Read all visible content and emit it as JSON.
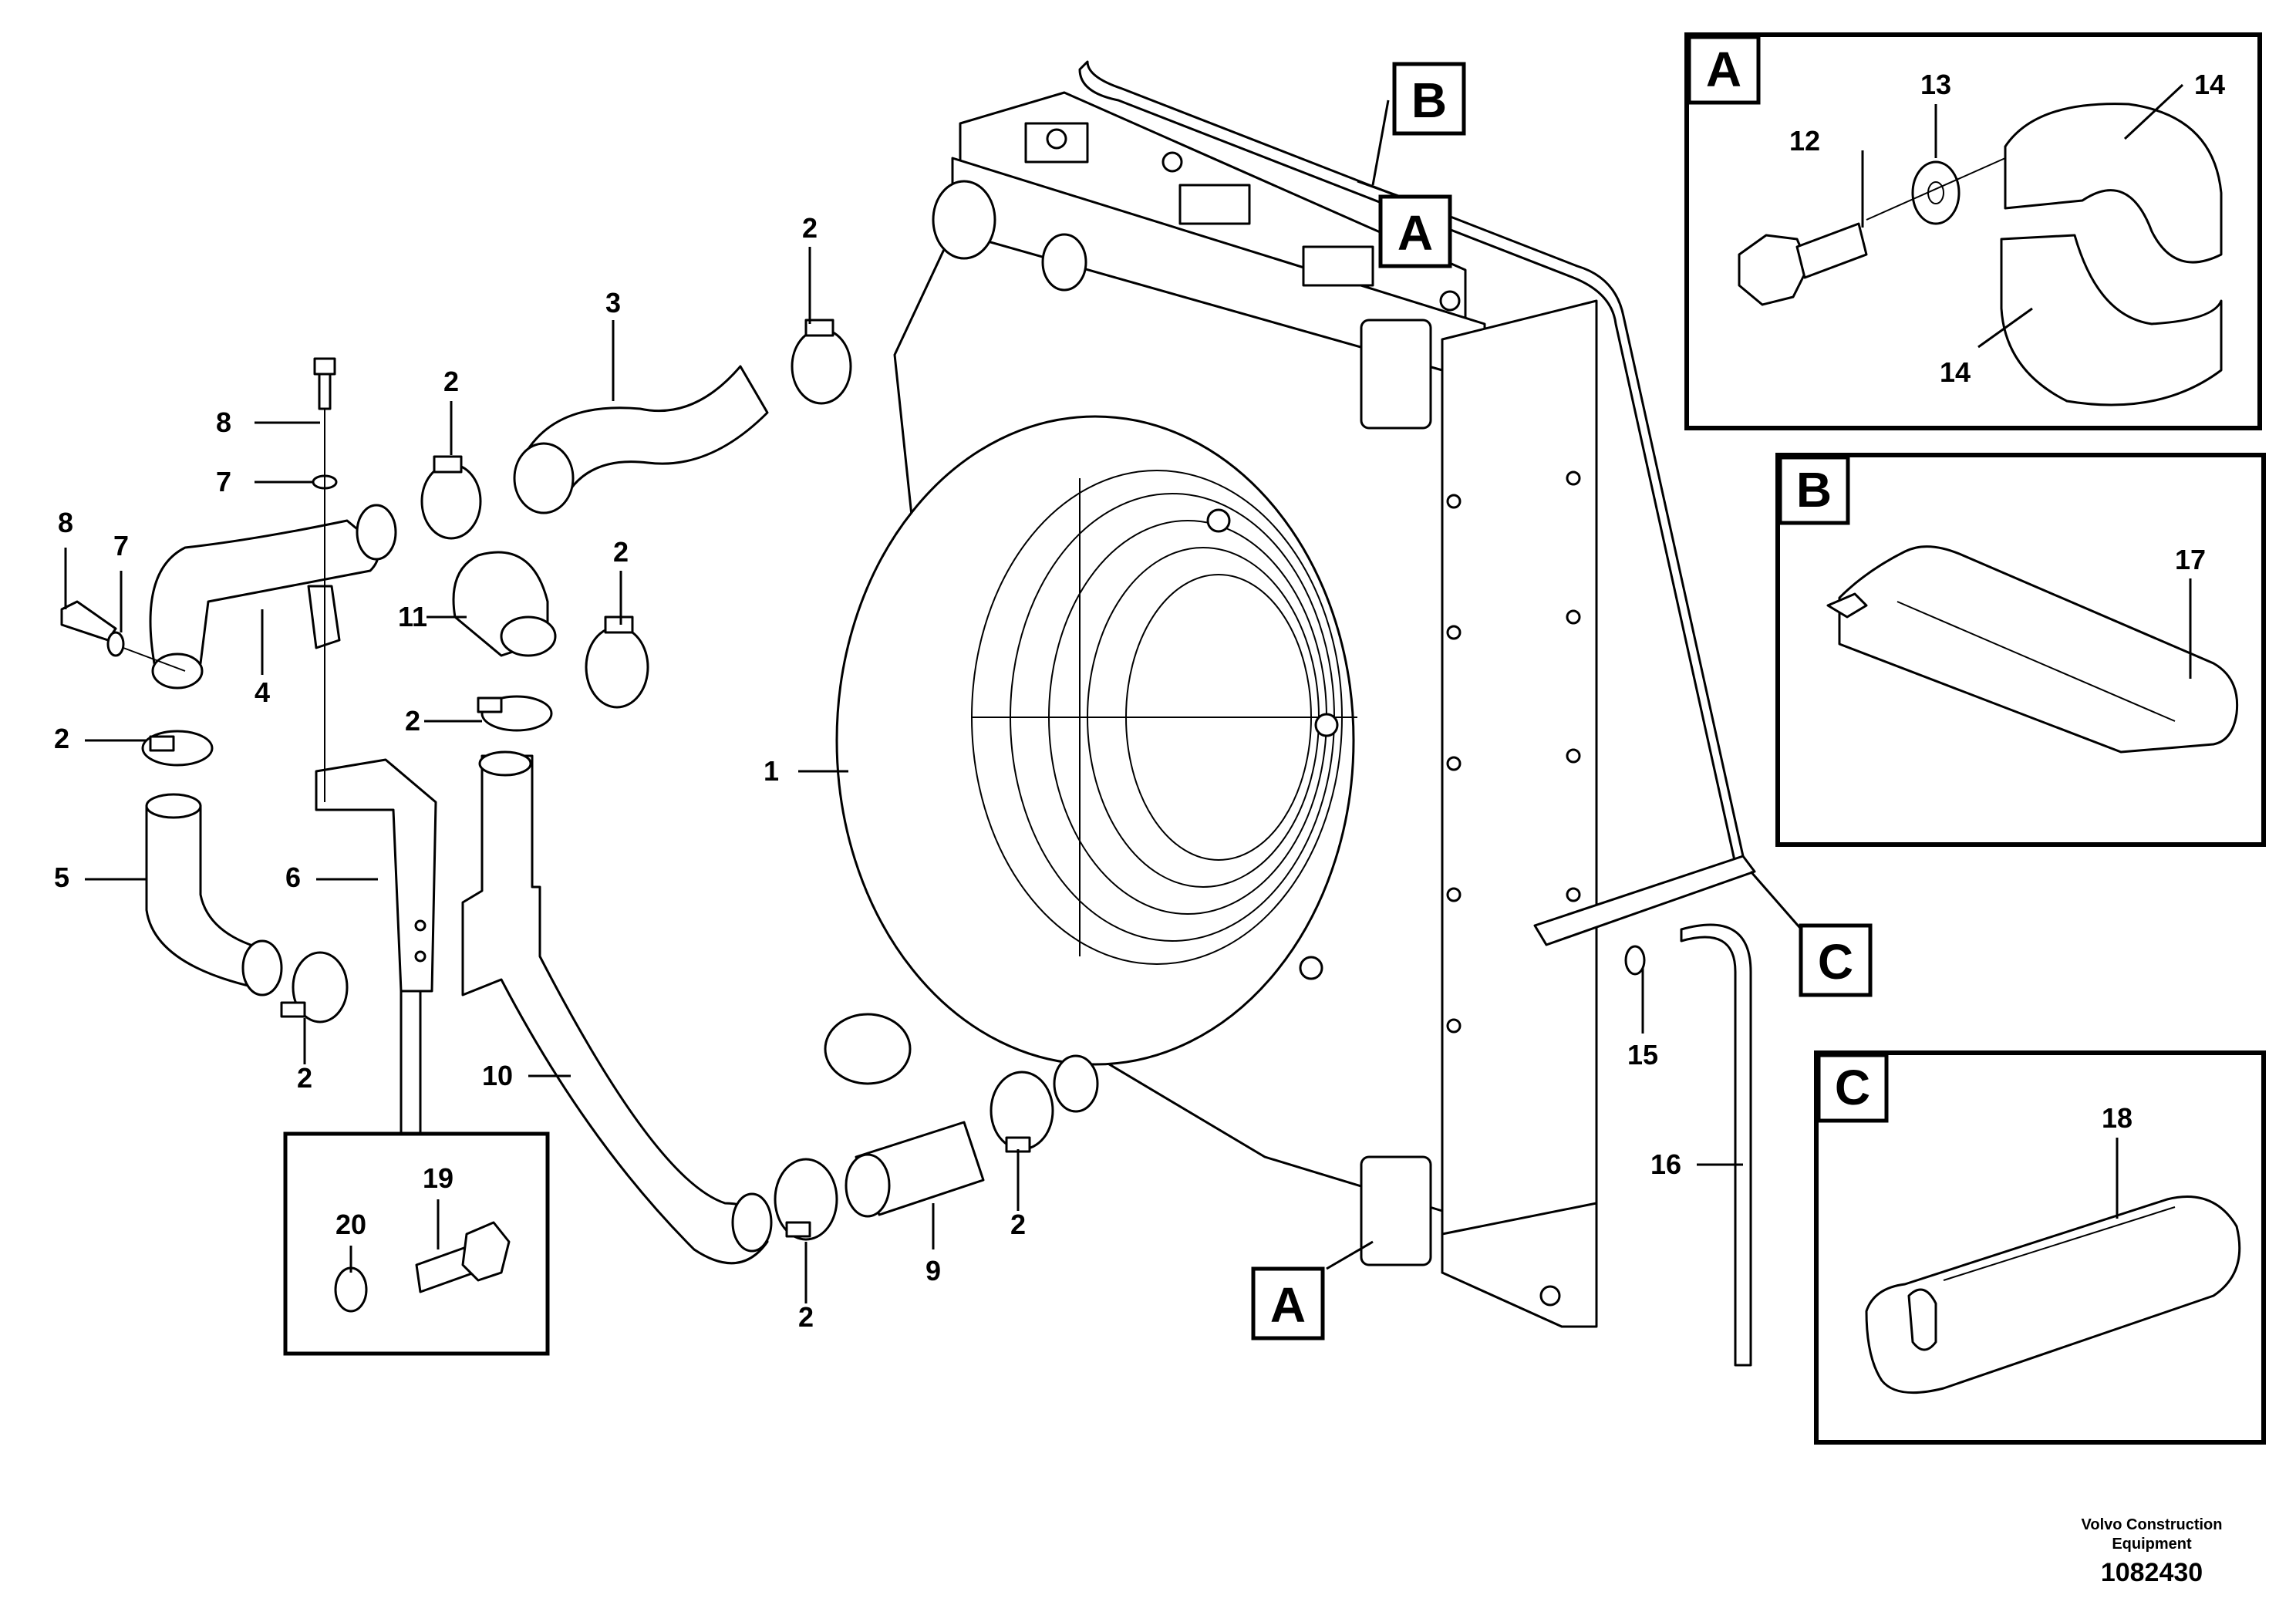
{
  "callouts": {
    "c1": "1",
    "c2a": "2",
    "c2b": "2",
    "c2c": "2",
    "c2d": "2",
    "c2e": "2",
    "c2f": "2",
    "c2g": "2",
    "c2h": "2",
    "c3": "3",
    "c4": "4",
    "c5": "5",
    "c6": "6",
    "c7a": "7",
    "c7b": "7",
    "c8a": "8",
    "c8b": "8",
    "c9": "9",
    "c10": "10",
    "c11": "11",
    "c15": "15",
    "c16": "16",
    "c19": "19",
    "c20": "20"
  },
  "view_tags": {
    "b_top": "B",
    "a_top": "A",
    "a_bottom": "A",
    "c_side": "C"
  },
  "detail_a": {
    "label": "A",
    "parts": {
      "p12": "12",
      "p13": "13",
      "p14a": "14",
      "p14b": "14"
    }
  },
  "detail_b": {
    "label": "B",
    "parts": {
      "p17": "17"
    }
  },
  "detail_c": {
    "label": "C",
    "parts": {
      "p18": "18"
    }
  },
  "footer": {
    "company_line1": "Volvo Construction",
    "company_line2": "Equipment",
    "drawing_number": "1082430"
  }
}
